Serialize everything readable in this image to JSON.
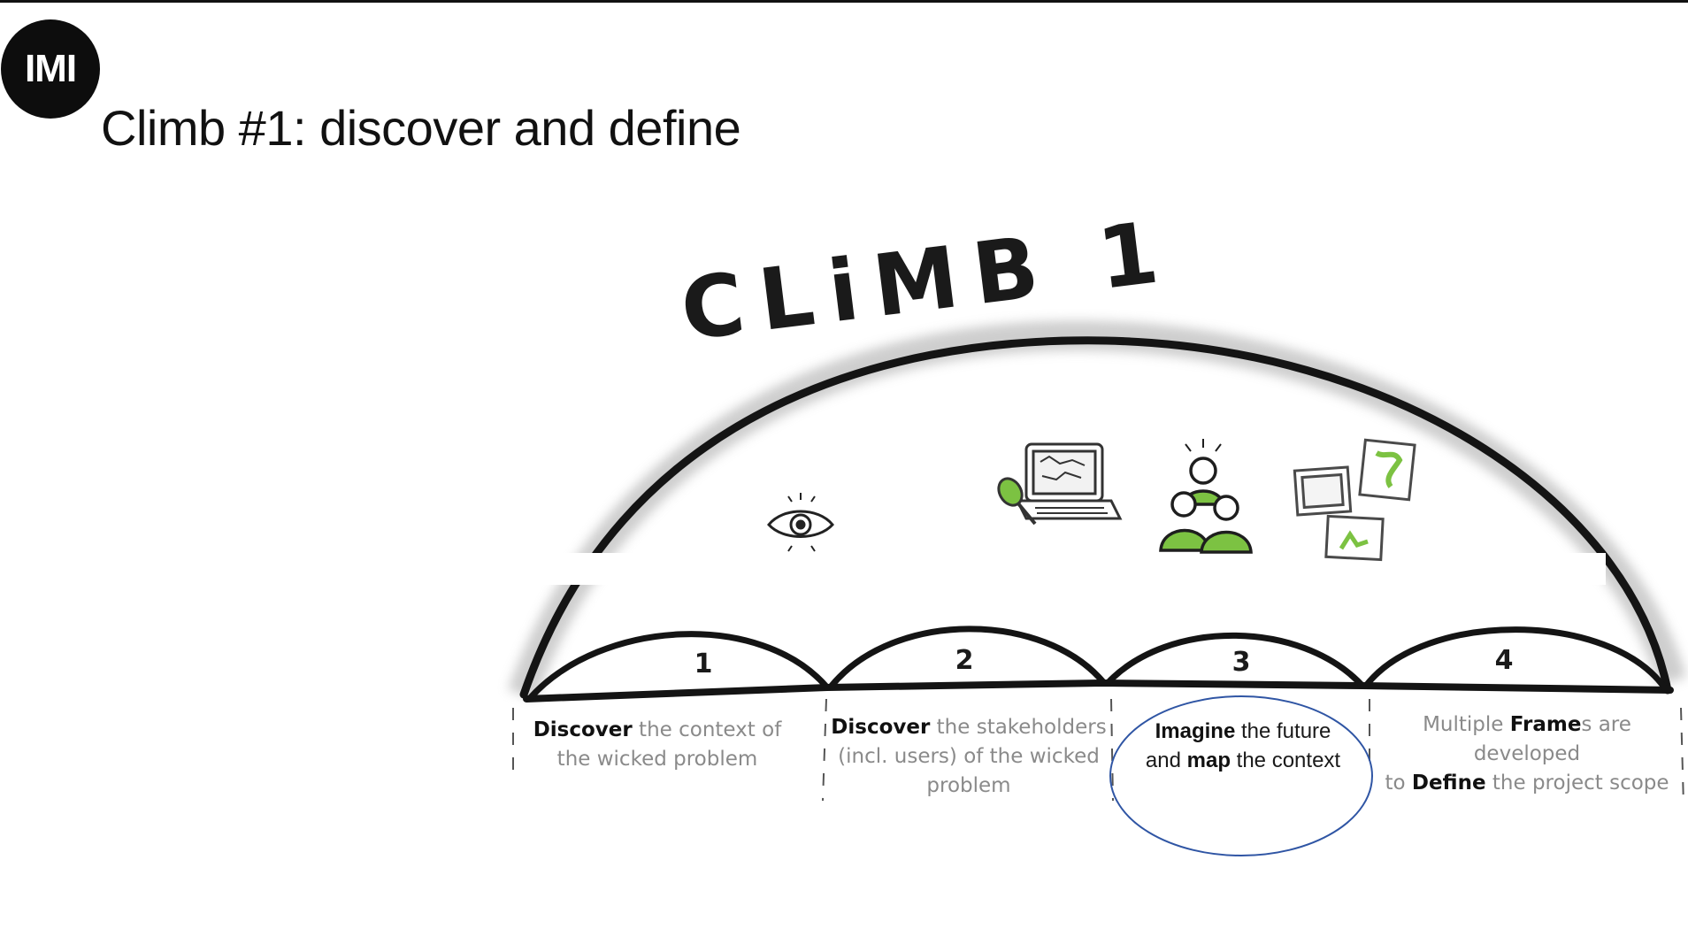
{
  "logo": {
    "text": "IMI"
  },
  "page_title": "Climb #1: discover and define",
  "diagram": {
    "hand_title": "CLiMB 1",
    "steps": [
      {
        "number": "1",
        "icon": "eye-icon",
        "bold": "Discover",
        "rest_line1": " the context of",
        "line2": "the wicked problem",
        "line3": ""
      },
      {
        "number": "2",
        "icon": "laptop-microphone-icon",
        "bold": "Discover",
        "rest_line1": " the stakeholders",
        "line2": "(incl. users) of the wicked",
        "line3": "problem"
      },
      {
        "number": "3",
        "icon": "people-group-icon",
        "line1_bold": "Imagine",
        "line1_rest": " the future",
        "line2_pre": "and ",
        "line2_bold": "map",
        "line2_rest": " the context"
      },
      {
        "number": "4",
        "icon": "picture-frames-icon",
        "line1_pre": "Multiple ",
        "line1_bold": "Frame",
        "line1_rest": "s are developed",
        "line2_pre": "to ",
        "line2_bold": "Define",
        "line2_rest": " the project scope"
      }
    ],
    "highlight_color": "#2f55a4",
    "accent_green": "#7cc242"
  }
}
